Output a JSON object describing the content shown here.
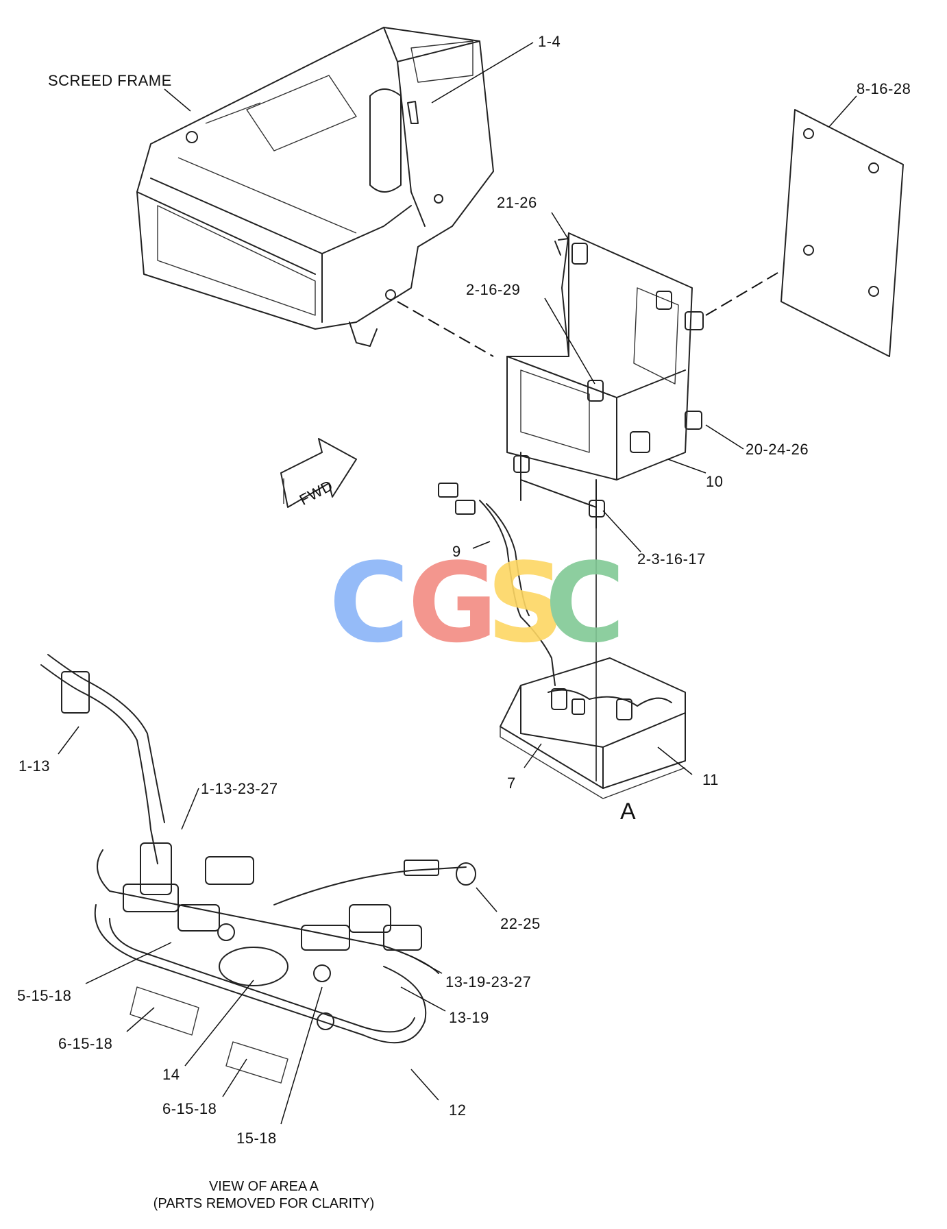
{
  "labels": {
    "screed_frame": "SCREED FRAME",
    "p1_4": "1-4",
    "p8_16_28": "8-16-28",
    "p21_26": "21-26",
    "p2_16_29": "2-16-29",
    "p20_24_26": "20-24-26",
    "p10": "10",
    "p2_3_16_17": "2-3-16-17",
    "p9": "9",
    "p7": "7",
    "p11": "11",
    "area_a": "A",
    "fwd": "FWD",
    "p1_13": "1-13",
    "p1_13_23_27": "1-13-23-27",
    "p22_25": "22-25",
    "p13_19_23_27": "13-19-23-27",
    "p5_15_18": "5-15-18",
    "p13_19": "13-19",
    "p6_15_18_a": "6-15-18",
    "p14": "14",
    "p6_15_18_b": "6-15-18",
    "p12": "12",
    "p15_18": "15-18"
  },
  "caption": {
    "line1": "VIEW OF AREA A",
    "line2": "(PARTS REMOVED FOR CLARITY)"
  },
  "watermark": {
    "letters": [
      "C",
      "G",
      "S",
      "C"
    ],
    "colors": [
      "#8ab4f8",
      "#f28b82",
      "#fdd663",
      "#81c995"
    ]
  }
}
